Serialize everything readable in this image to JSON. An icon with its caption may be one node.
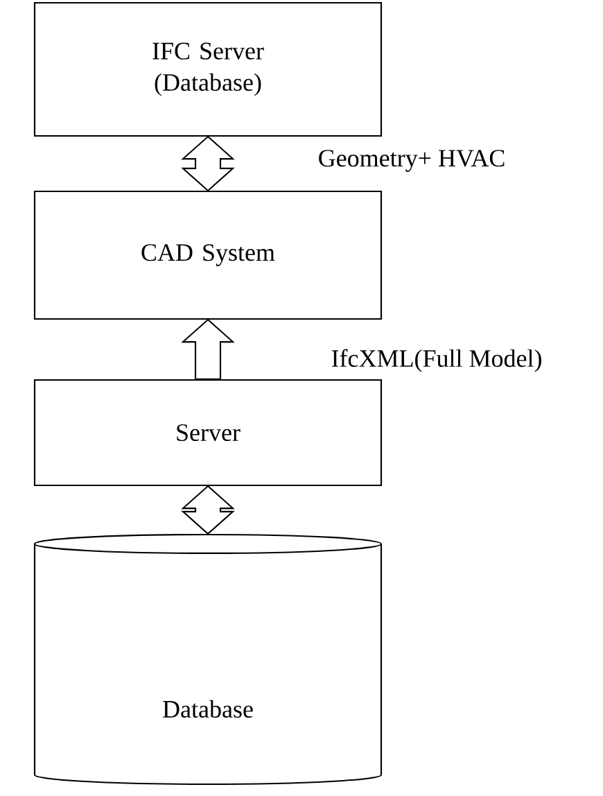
{
  "diagram": {
    "nodes": [
      {
        "text": [
          "IFC Server (Database)"
        ]
      },
      {
        "text": [
          "CAD System"
        ]
      },
      {
        "text": [
          "Server"
        ]
      },
      {
        "text": [
          "Database"
        ]
      }
    ],
    "edges": [
      {
        "from": 0,
        "to": 1,
        "arrow": "both",
        "label": "Geometry+ HVAC"
      },
      {
        "from": 2,
        "to": 1,
        "arrow": "to",
        "label": "IfcXML(Full Model)"
      },
      {
        "from": 2,
        "to": 3,
        "arrow": "both"
      }
    ]
  }
}
